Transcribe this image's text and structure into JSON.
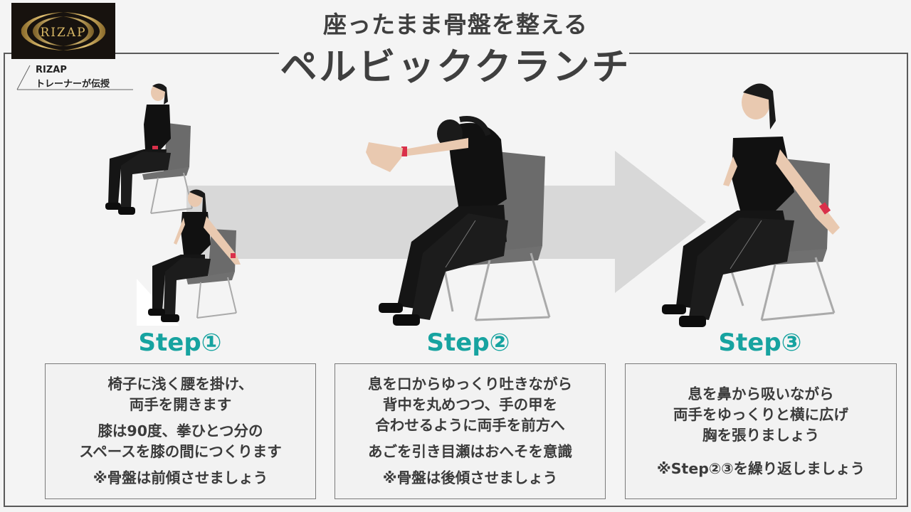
{
  "brand": {
    "logo_text": "RIZAP",
    "logo_bg": "#17120e",
    "logo_gold": "#c9a24a"
  },
  "badge": {
    "line1": "RIZAP",
    "line2": "トレーナーが伝授"
  },
  "header": {
    "subtitle": "座ったまま骨盤を整える",
    "title": "ペルビッククランチ"
  },
  "colors": {
    "background": "#f4f4f4",
    "frame": "#5a5a5a",
    "accent_teal": "#17a3a0",
    "arrow_gray": "#d8d8d8",
    "text": "#3f3f3f"
  },
  "illustrations": [
    {
      "name": "step1-sitting-hands-on-knees",
      "pose": "sitting upright, hands on thighs"
    },
    {
      "name": "step1-sitting-arms-open",
      "pose": "sitting, arms opened to sides"
    },
    {
      "name": "step2-rounded-back-arms-forward",
      "pose": "back rounded, arms extended forward"
    },
    {
      "name": "step3-chest-open-arms-wide",
      "pose": "chest open, arms spread wide"
    }
  ],
  "steps": [
    {
      "label": "Step①",
      "paragraphs": [
        [
          "椅子に浅く腰を掛け、",
          "両手を開きます"
        ],
        [
          "膝は90度、拳ひとつ分の",
          "スペースを膝の間につくります"
        ],
        [
          "※骨盤は前傾させましょう"
        ]
      ]
    },
    {
      "label": "Step②",
      "paragraphs": [
        [
          "息を口からゆっくり吐きながら",
          "背中を丸めつつ、手の甲を",
          "合わせるように両手を前方へ"
        ],
        [
          "あごを引き目瀬はおへそを意識"
        ],
        [
          "※骨盤は後傾させましょう"
        ]
      ]
    },
    {
      "label": "Step③",
      "paragraphs": [
        [
          "息を鼻から吸いながら",
          "両手をゆっくりと横に広げ",
          "胸を張りましょう"
        ],
        [
          "※Step②③を繰り返しましょう"
        ]
      ]
    }
  ]
}
